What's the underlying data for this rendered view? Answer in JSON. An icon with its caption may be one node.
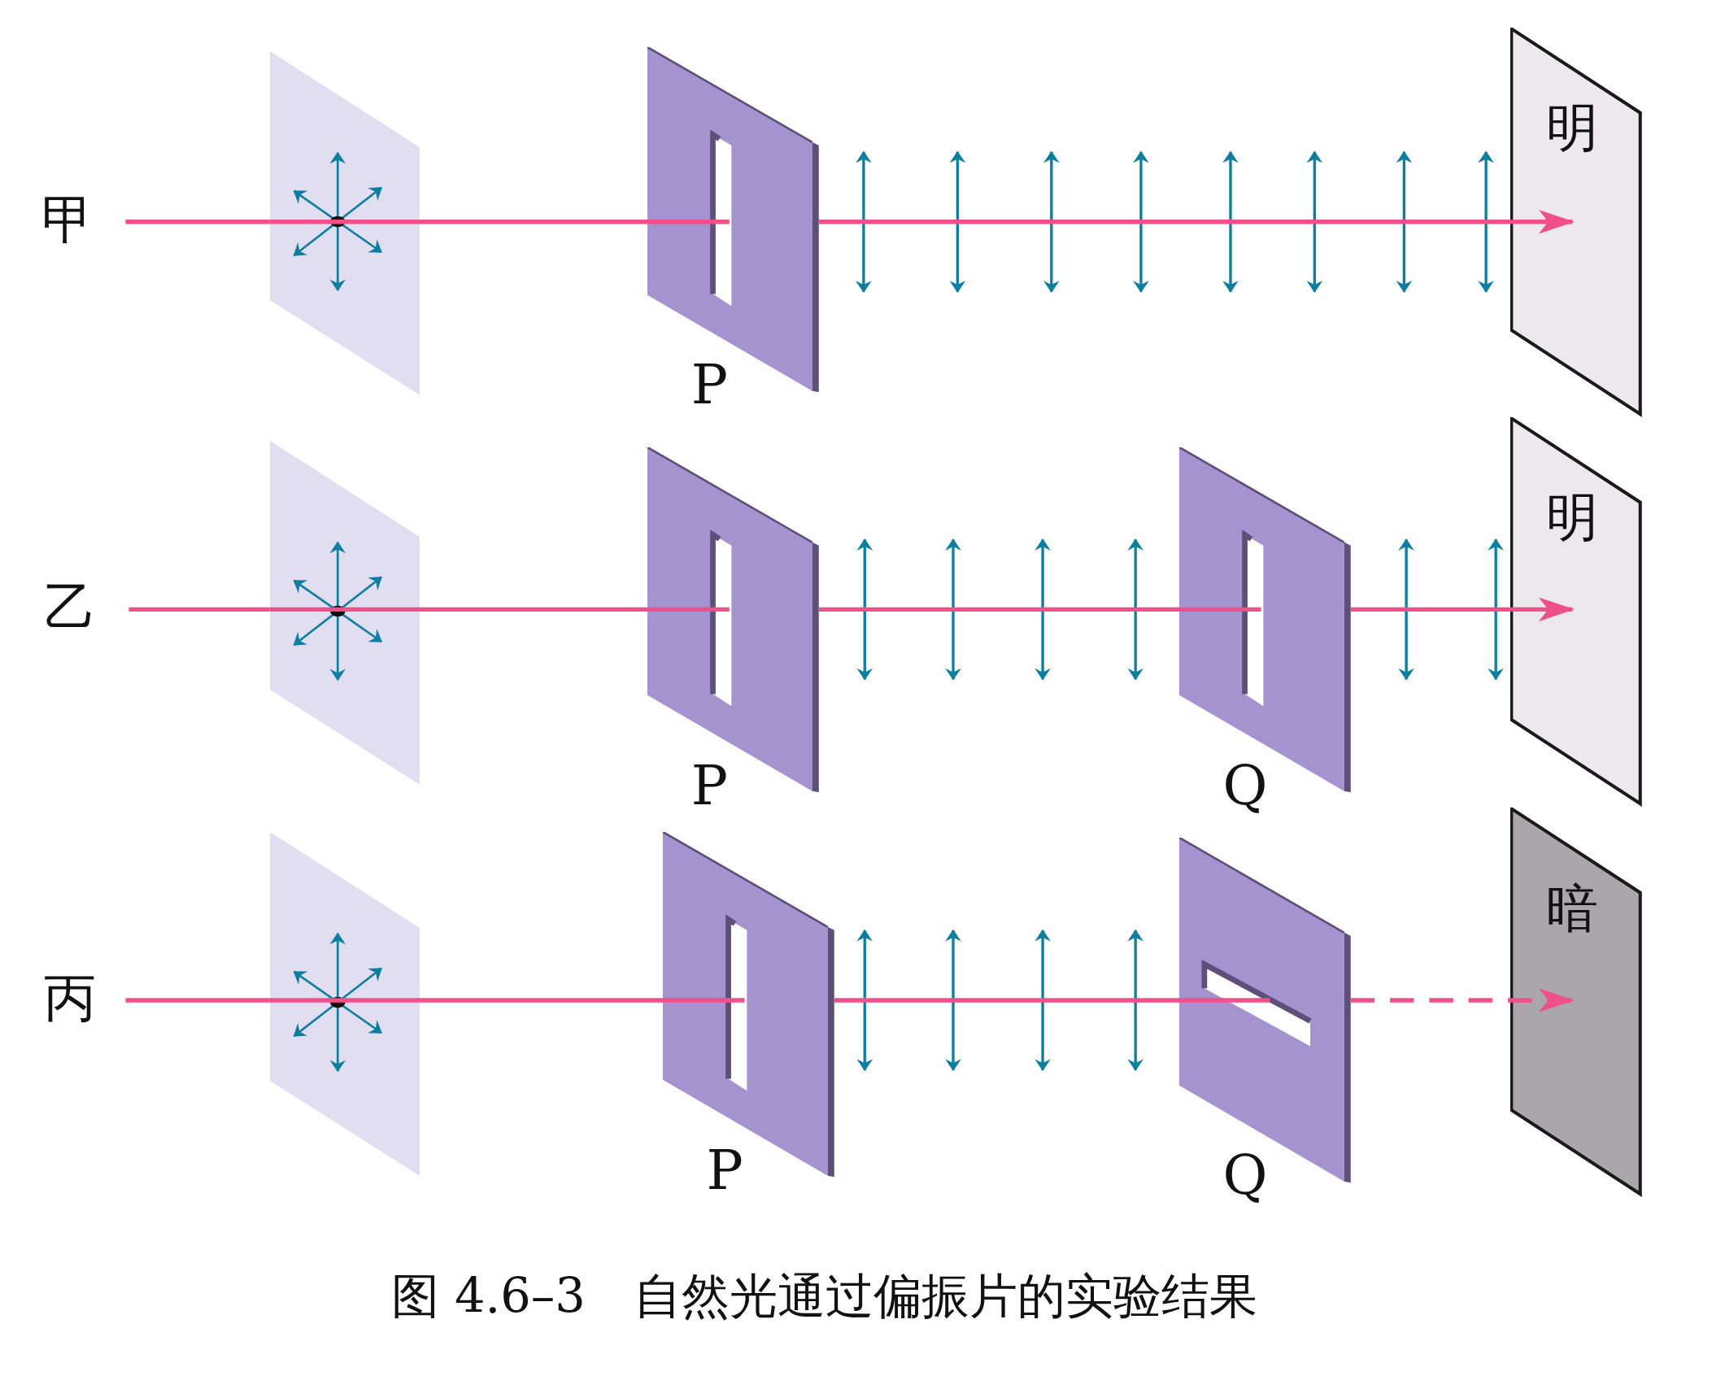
{
  "diagram": {
    "caption": "图 4.6–3　自然光通过偏振片的实验结果",
    "nodes": [
      {
        "text": [],
        "shape": "box"
      },
      {
        "text": [
          "P"
        ]
      },
      {
        "text": [
          "明"
        ]
      },
      {
        "text": [],
        "shape": "box"
      },
      {
        "text": [
          "P"
        ]
      },
      {
        "text": [
          "Q"
        ]
      },
      {
        "text": [
          "明"
        ]
      },
      {
        "text": [],
        "shape": "box"
      },
      {
        "text": [
          "P"
        ]
      },
      {
        "text": [
          "Q"
        ]
      },
      {
        "text": [
          "暗"
        ]
      }
    ],
    "edges": [
      {
        "from": null,
        "to": 0,
        "arrow": "none"
      },
      {
        "from": 0,
        "to": 1,
        "arrow": "none"
      },
      {
        "from": 1,
        "to": 2,
        "arrow": "to"
      },
      {
        "from": null,
        "to": 3,
        "arrow": "none"
      },
      {
        "from": 3,
        "to": 4,
        "arrow": "none"
      },
      {
        "from": 4,
        "to": 5,
        "arrow": "none"
      },
      {
        "from": 5,
        "to": 6,
        "arrow": "to"
      },
      {
        "from": null,
        "to": 7,
        "arrow": "none"
      },
      {
        "from": 7,
        "to": 8,
        "arrow": "none"
      },
      {
        "from": 8,
        "to": 9,
        "arrow": "none"
      },
      {
        "from": 9,
        "to": 10,
        "arrow": "to",
        "style": "dashed"
      }
    ],
    "labels": [
      "甲",
      "乙",
      "丙"
    ]
  }
}
